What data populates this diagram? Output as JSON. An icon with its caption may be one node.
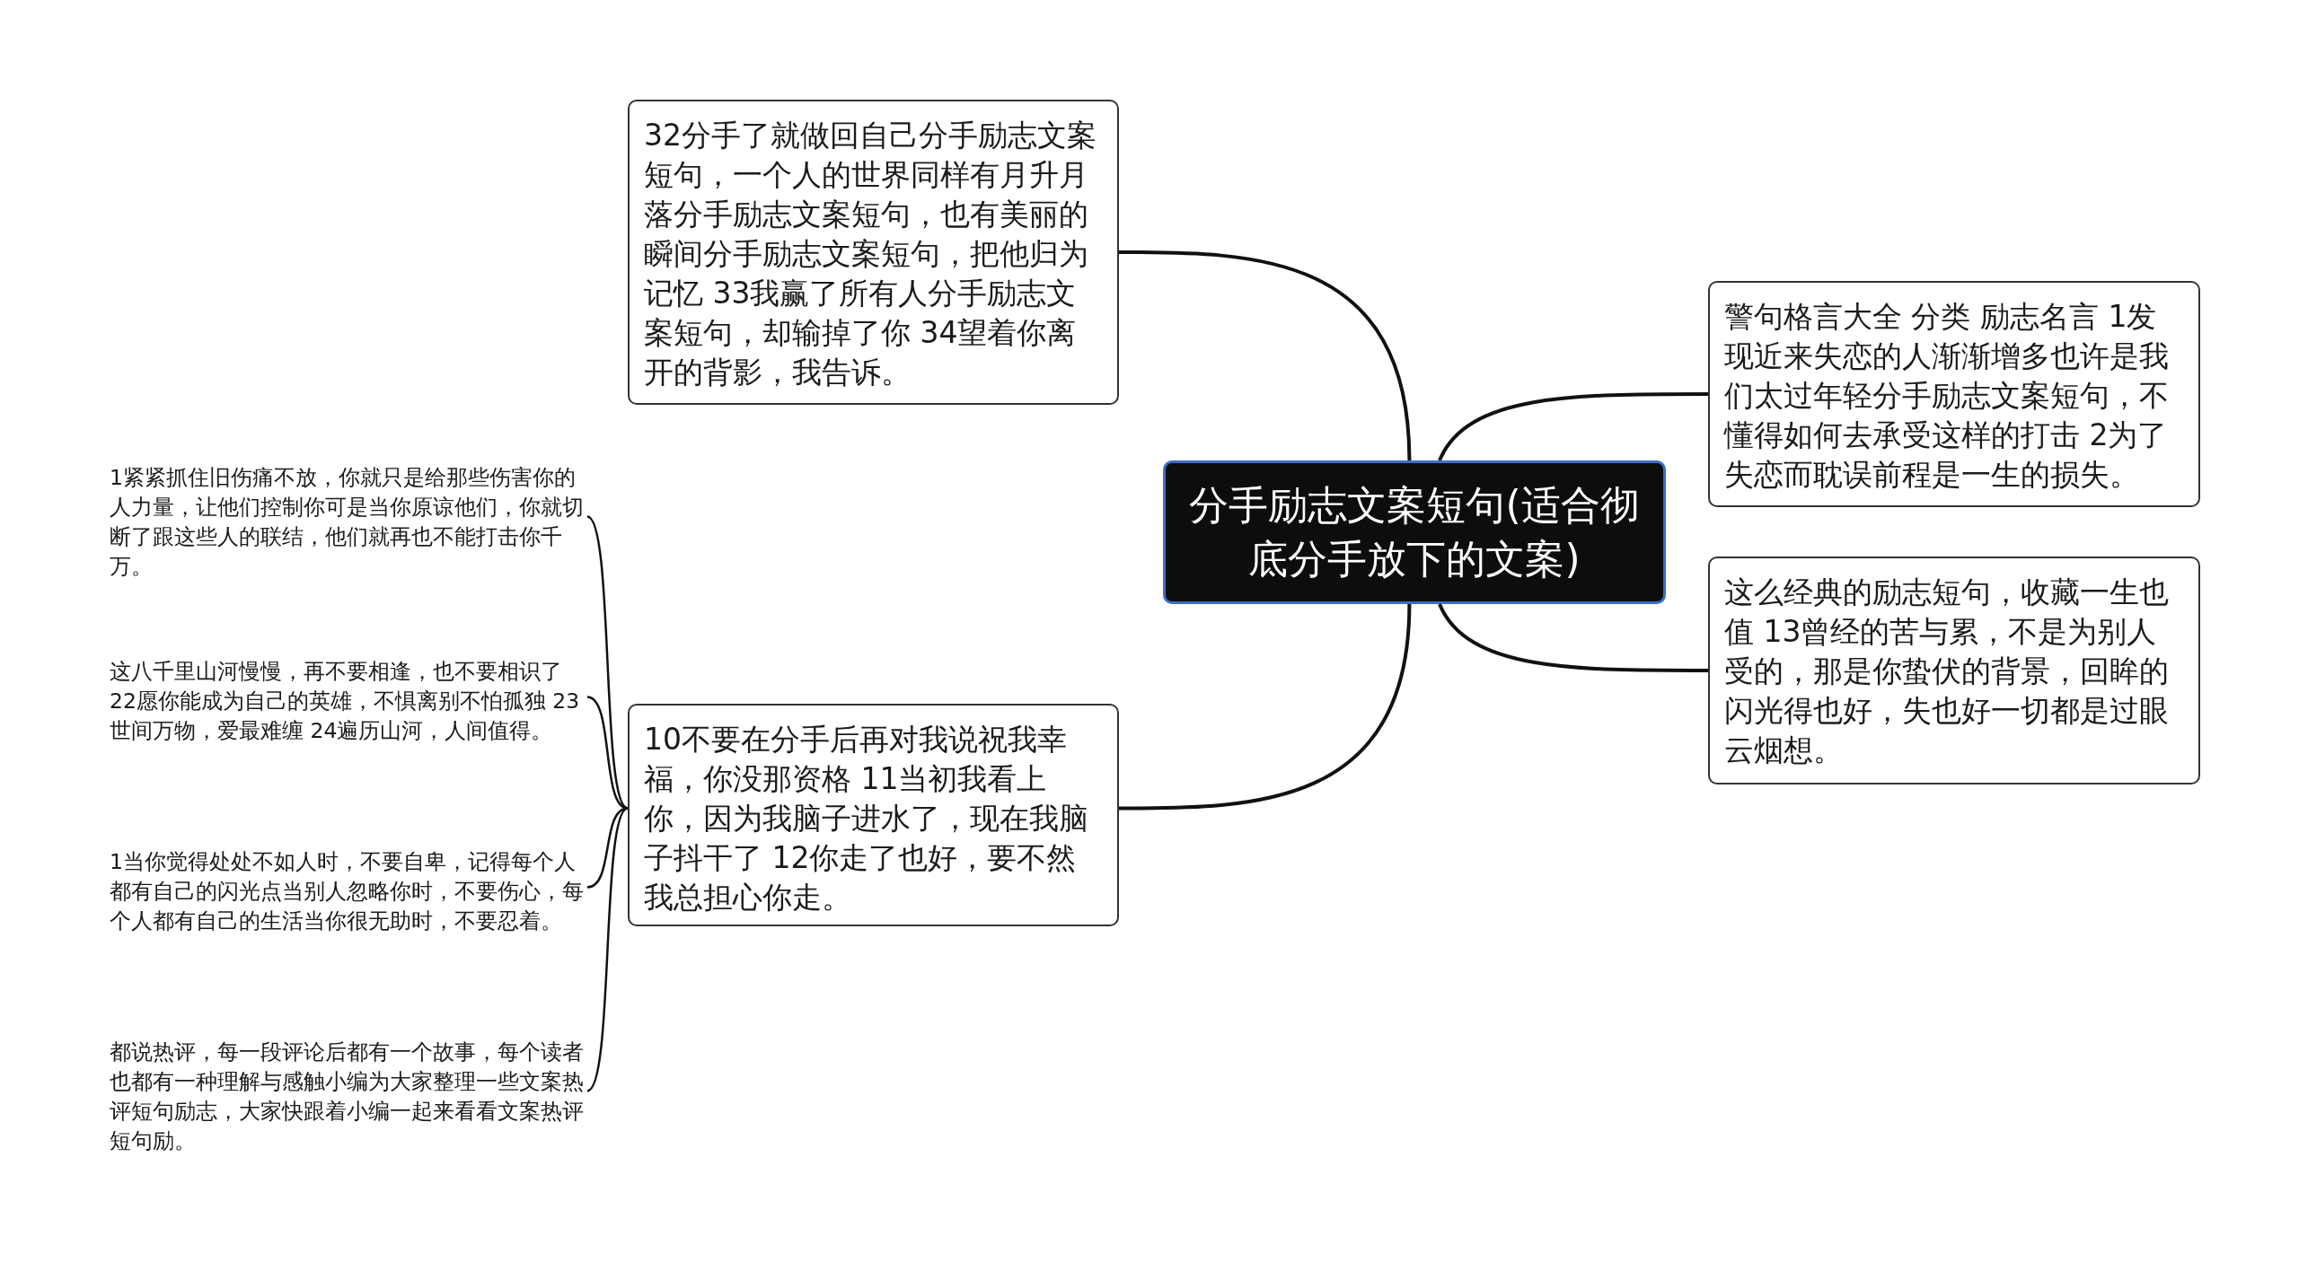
{
  "diagram": {
    "nodes": [
      {
        "text": [
          "分手励志文案短句(适合彻底分手放下的文案)"
        ]
      },
      {
        "text": [
          "32分手了就做回自己分手励志文案短句，一个人的世界同样有月升月落分手励志文案短句，也有美丽的瞬间分手励志文案短句，把他归为记忆 33我赢了所有人分手励志文案短句，却输掉了你 34望着你离开的背影，我告诉。"
        ]
      },
      {
        "text": [
          "10不要在分手后再对我说祝我幸福，你没那资格 11当初我看上你，因为我脑子进水了，现在我脑子抖干了 12你走了也好，要不然我总担心你走。"
        ]
      },
      {
        "text": [
          "1紧紧抓住旧伤痛不放，你就只是给那些伤害你的人力量，让他们控制你可是当你原谅他们，你就切断了跟这些人的联结，他们就再也不能打击你千万。"
        ]
      },
      {
        "text": [
          "这八千里山河慢慢，再不要相逢，也不要相识了 22愿你能成为自己的英雄，不惧离别不怕孤独 23世间万物，爱最难缠 24遍历山河，人间值得。"
        ]
      },
      {
        "text": [
          "1当你觉得处处不如人时，不要自卑，记得每个人都有自己的闪光点当别人忽略你时，不要伤心，每个人都有自己的生活当你很无助时，不要忍着。"
        ]
      },
      {
        "text": [
          "都说热评，每一段评论后都有一个故事，每个读者也都有一种理解与感触小编为大家整理一些文案热评短句励志，大家快跟着小编一起来看看文案热评短句励。"
        ]
      },
      {
        "text": [
          "警句格言大全 分类 励志名言 1发现近来失恋的人渐渐增多也许是我们太过年轻分手励志文案短句，不懂得如何去承受这样的打击 2为了失恋而耽误前程是一生的损失。"
        ]
      },
      {
        "text": [
          "这么经典的励志短句，收藏一生也值 13曾经的苦与累，不是为别人受的，那是你蛰伏的背景，回眸的闪光得也好，失也好一切都是过眼云烟想。"
        ]
      }
    ],
    "edges": [
      {
        "from": 0,
        "to": 1,
        "arrow": "none"
      },
      {
        "from": 0,
        "to": 2,
        "arrow": "none"
      },
      {
        "from": 2,
        "to": 3,
        "arrow": "none"
      },
      {
        "from": 2,
        "to": 4,
        "arrow": "none"
      },
      {
        "from": 2,
        "to": 5,
        "arrow": "none"
      },
      {
        "from": 2,
        "to": 6,
        "arrow": "none"
      },
      {
        "from": 0,
        "to": 7,
        "arrow": "none"
      },
      {
        "from": 0,
        "to": 8,
        "arrow": "none"
      }
    ]
  }
}
